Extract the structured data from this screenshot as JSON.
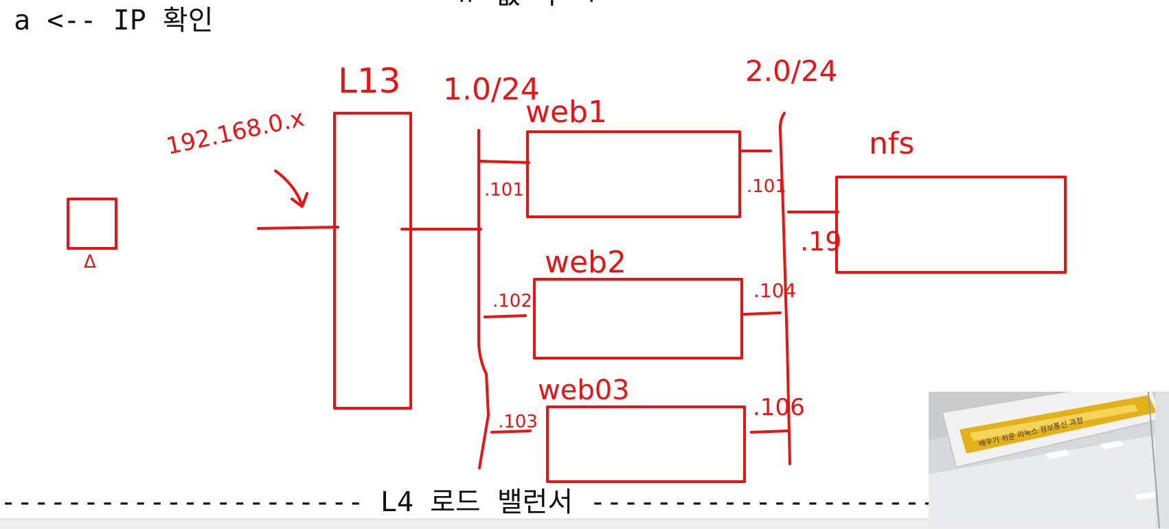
{
  "editor": {
    "line_top": "o a <-- IP 확인",
    "line_top_cut": "ㅠ 없 ㅓ ㅜ ㅂ",
    "line_bottom": "---------------------- L4 로드 밸런서 -------------------------------"
  },
  "diagram": {
    "l3_label": "L13",
    "client_label": "Δ",
    "client_net": "192.168.0.x",
    "net1": "1.0/24",
    "net2": "2.0/24",
    "web1": {
      "name": "web1",
      "ip_left": ".101",
      "ip_right": ".101"
    },
    "web2": {
      "name": "web2",
      "ip_left": ".102",
      "ip_right": ".104"
    },
    "web3": {
      "name": "web03",
      "ip_left": ".103",
      "ip_right": ".106"
    },
    "nfs": {
      "name": "nfs",
      "ip": ".19"
    }
  },
  "webcam": {
    "banner_text": "배우기 쉬운 리눅스 정보통신 과정"
  },
  "colors": {
    "ink": "#ee1111",
    "text": "#111111"
  }
}
